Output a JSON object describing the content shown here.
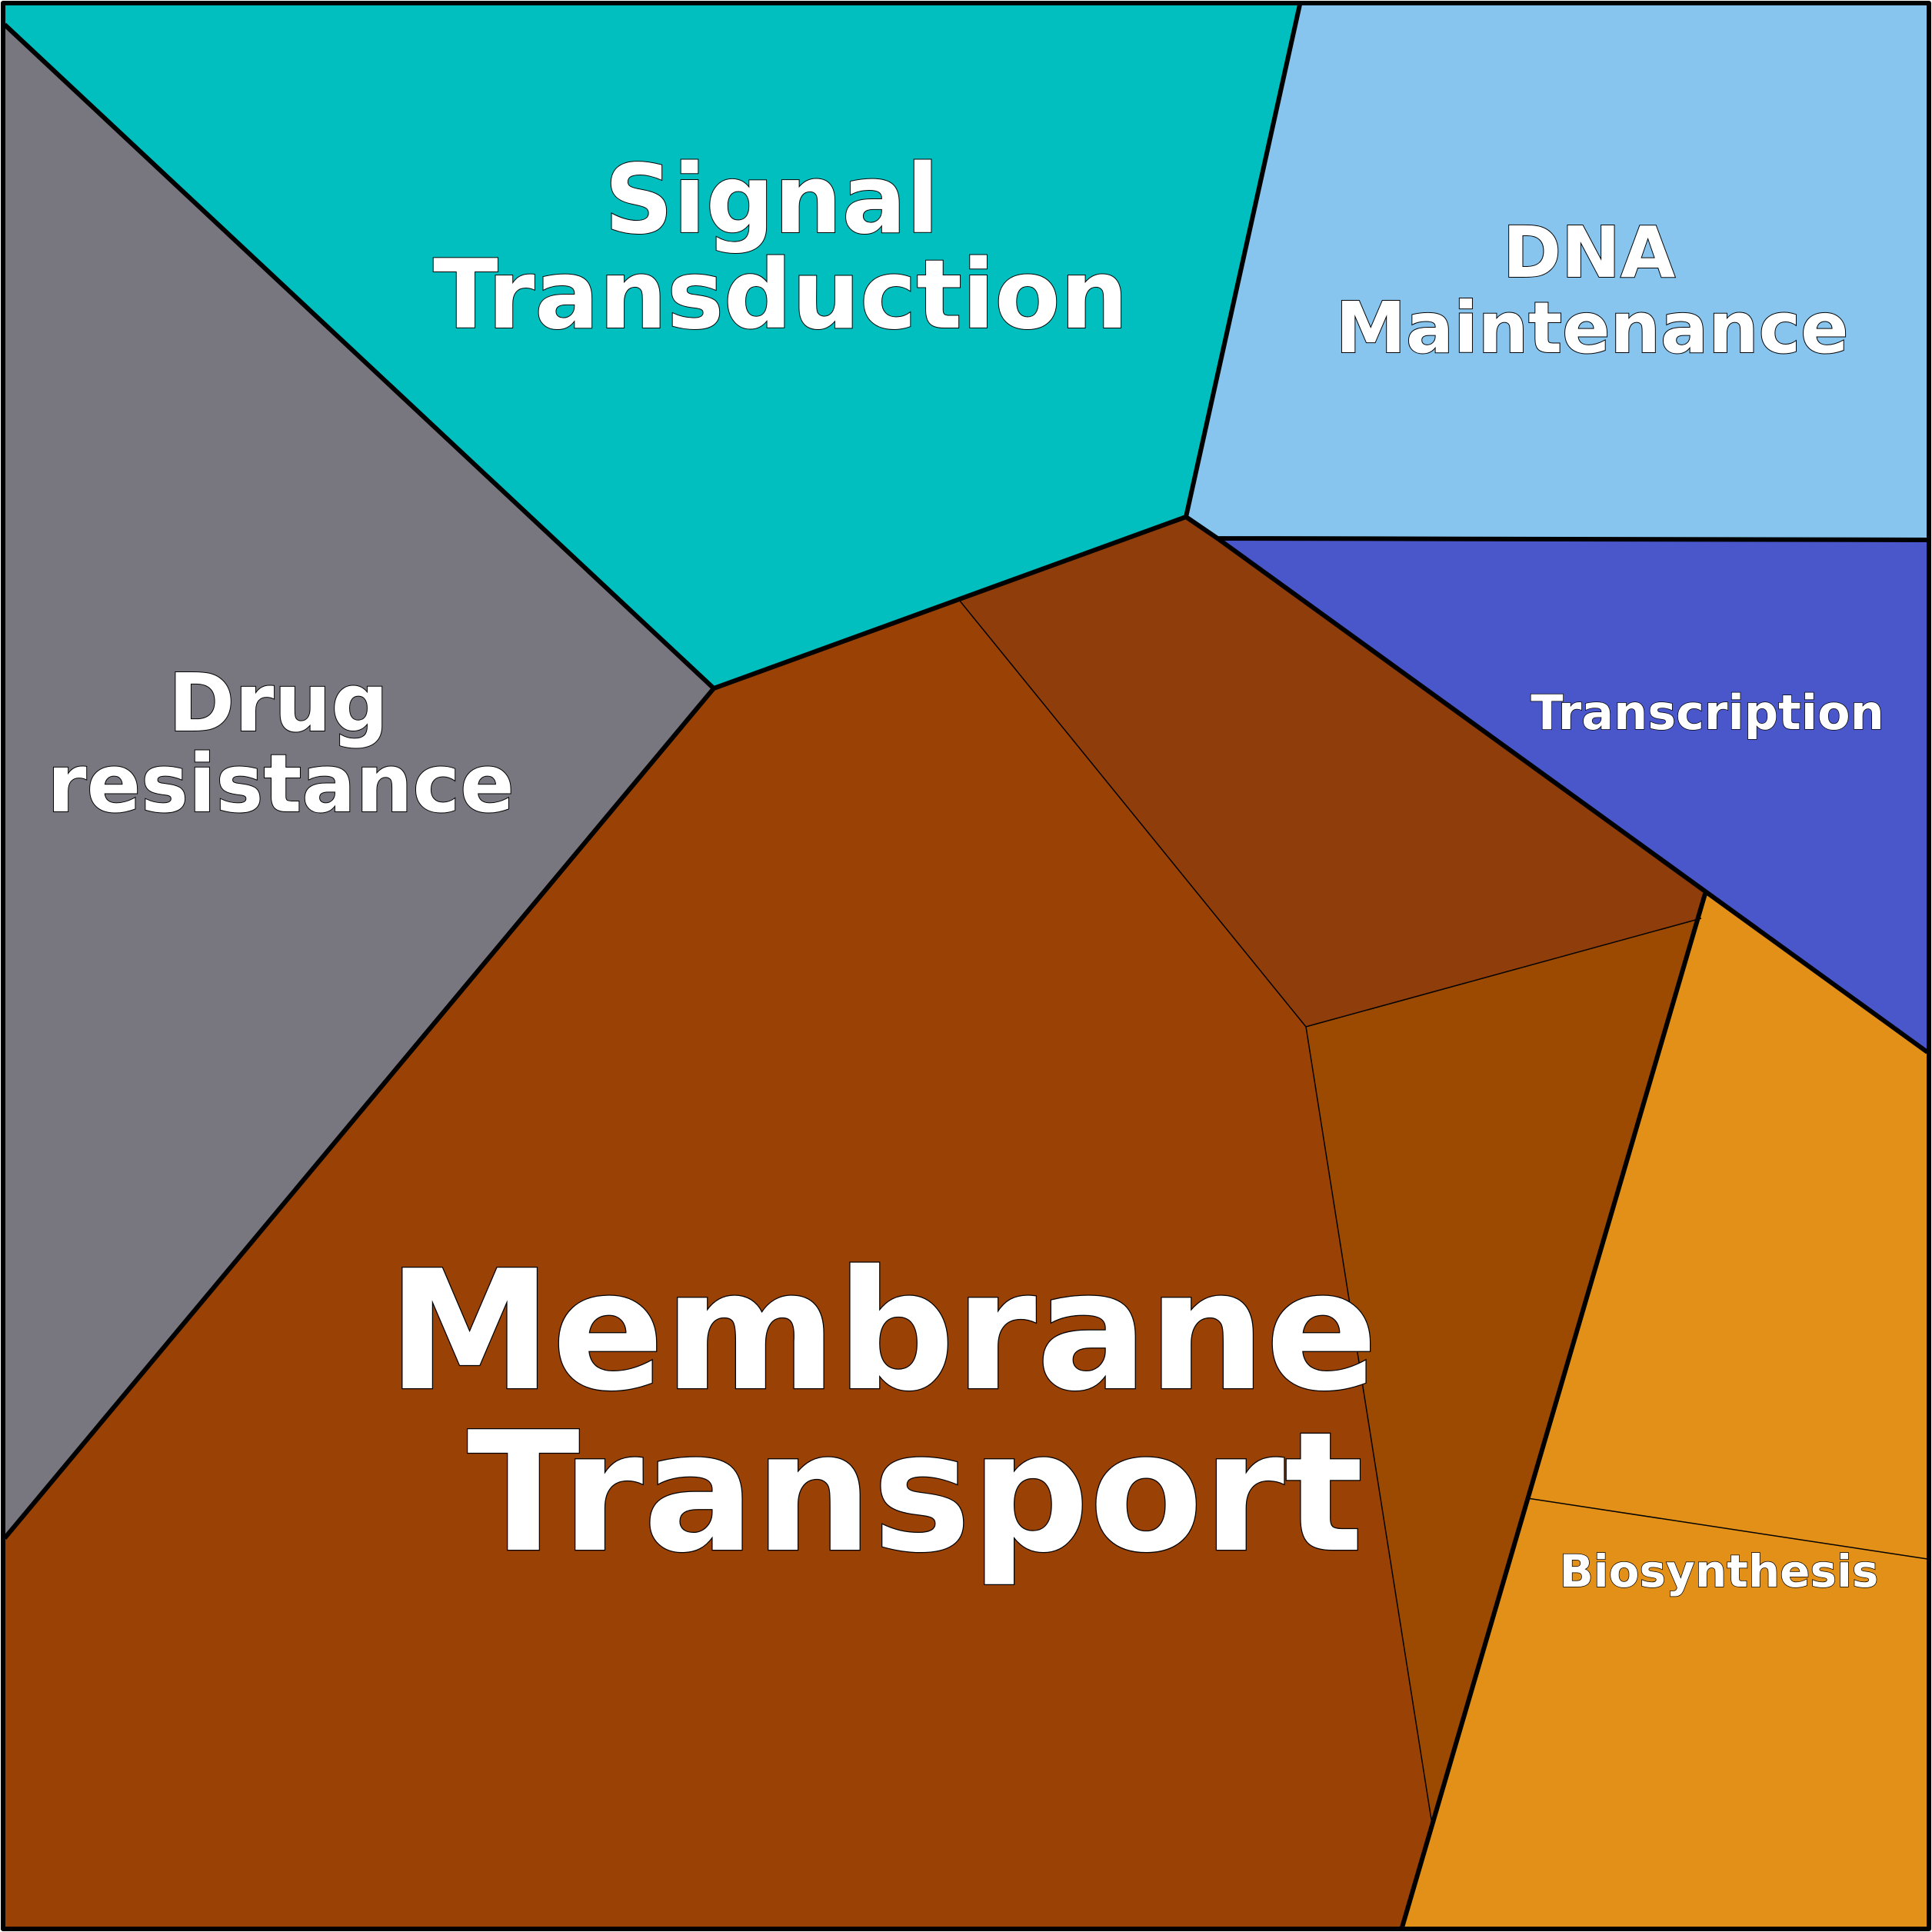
{
  "diagram": {
    "regions": [
      {
        "id": "signal-transduction",
        "label_lines": [
          "Signal",
          "Transduction"
        ],
        "color": "#02bfbf"
      },
      {
        "id": "dna-maintenance",
        "label_lines": [
          "DNA",
          "Maintenance"
        ],
        "color": "#87c4ee"
      },
      {
        "id": "drug-resistance",
        "label_lines": [
          "Drug",
          "resistance"
        ],
        "color": "#78767e"
      },
      {
        "id": "transcription",
        "label_lines": [
          "Transcription"
        ],
        "color": "#4a57cb"
      },
      {
        "id": "membrane-transport",
        "label_lines": [
          "Membrane",
          "Transport"
        ],
        "color": "#9a4105"
      },
      {
        "id": "biosynthesis",
        "label_lines": [
          "Biosynthesis"
        ],
        "color": "#e29018"
      }
    ],
    "subregion_colors": {
      "membrane_transport_upper": "#8f3d0a",
      "membrane_transport_right": "#9c4a02",
      "biosynthesis_upper": "#e29018",
      "biosynthesis_lower": "#e29018"
    },
    "outline_color": "#000000",
    "label_color": "#ffffff"
  }
}
